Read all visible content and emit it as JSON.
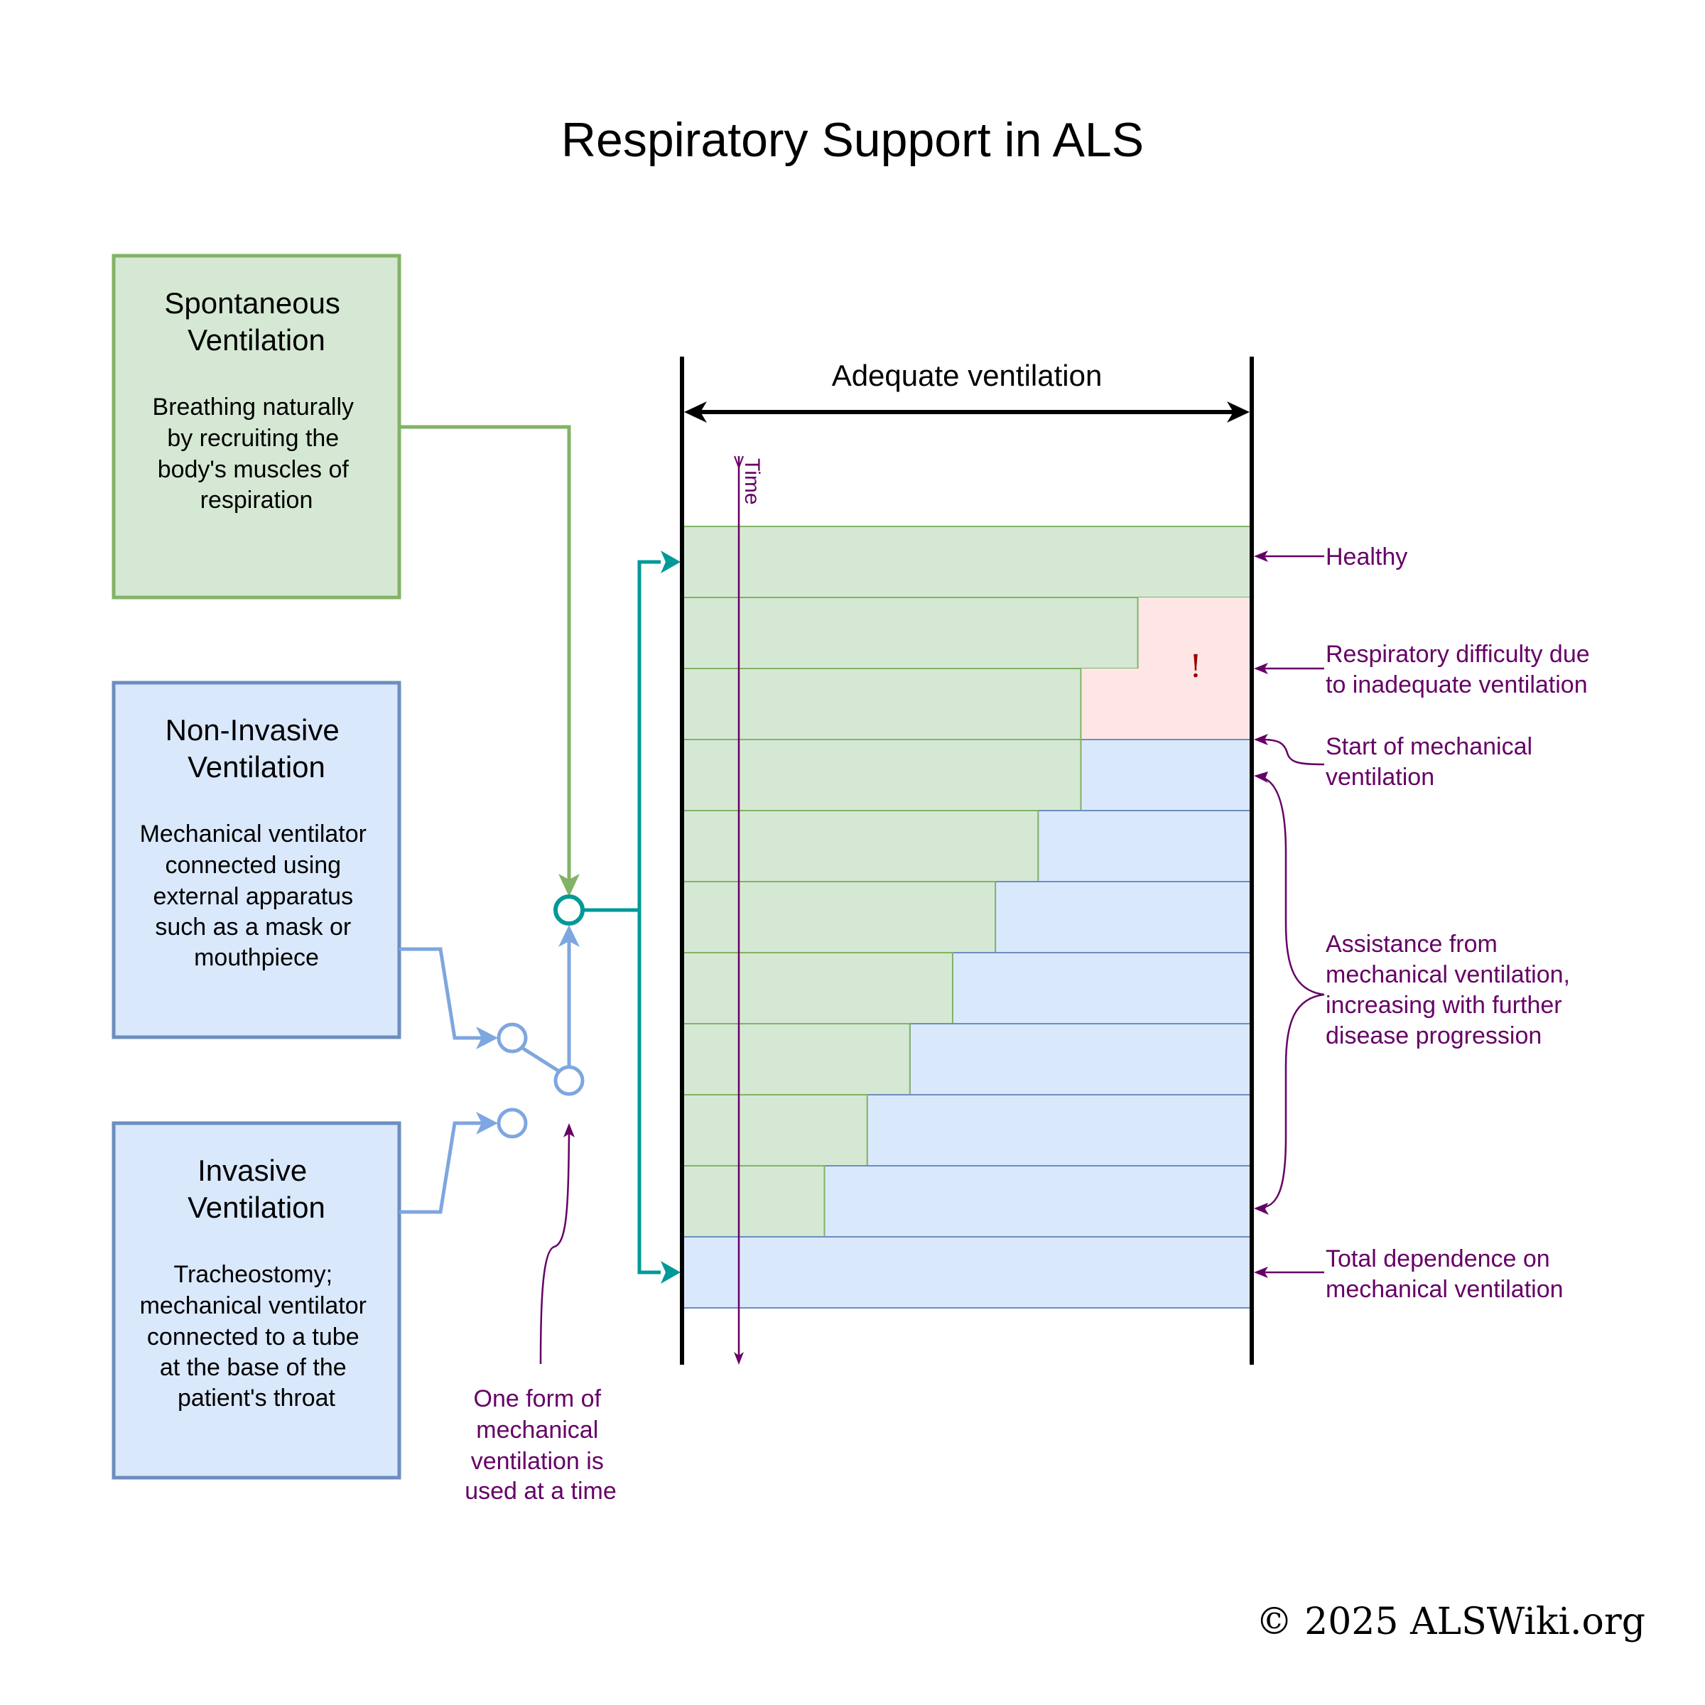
{
  "title": "Respiratory Support in ALS",
  "colors": {
    "green_fill": "#d5e8d4",
    "green_stroke": "#82b366",
    "blue_fill": "#dae8fc",
    "blue_stroke": "#6c8ebf",
    "blue_connector": "#7ea6e0",
    "red_fill": "#ffe6e6",
    "teal": "#009999",
    "annotation": "#660066",
    "alert": "#990000"
  },
  "modes": [
    {
      "id": "spontaneous",
      "title_lines": [
        "Spontaneous",
        "Ventilation"
      ],
      "desc_lines": [
        "Breathing naturally",
        "by recruiting the",
        "body's muscles of",
        "respiration"
      ]
    },
    {
      "id": "non-invasive",
      "title_lines": [
        "Non-Invasive",
        "Ventilation"
      ],
      "desc_lines": [
        "Mechanical ventilator",
        "connected using",
        "external apparatus",
        "such as a mask or",
        "mouthpiece"
      ]
    },
    {
      "id": "invasive",
      "title_lines": [
        "Invasive",
        "Ventilation"
      ],
      "desc_lines": [
        "Tracheostomy;",
        "mechanical ventilator",
        "connected to a tube",
        "at the base of the",
        "patient's throat"
      ]
    }
  ],
  "switch_note_lines": [
    "One form of",
    "mechanical",
    "ventilation is",
    "used at a time"
  ],
  "adequate_label": "Adequate ventilation",
  "time_label": "Time",
  "alert_mark": "!",
  "chart_data": {
    "type": "table",
    "description": "Stacked horizontal bands over time; each row shows share of adequate ventilation supplied by spontaneous breathing (green), unmet deficit (red) and mechanical ventilation (blue)",
    "rows": [
      {
        "spontaneous": 1.0,
        "deficit": 0.0,
        "mechanical": 0.0
      },
      {
        "spontaneous": 0.8,
        "deficit": 0.2,
        "mechanical": 0.0
      },
      {
        "spontaneous": 0.7,
        "deficit": 0.3,
        "mechanical": 0.0
      },
      {
        "spontaneous": 0.7,
        "deficit": 0.0,
        "mechanical": 0.3
      },
      {
        "spontaneous": 0.625,
        "deficit": 0.0,
        "mechanical": 0.375
      },
      {
        "spontaneous": 0.55,
        "deficit": 0.0,
        "mechanical": 0.45
      },
      {
        "spontaneous": 0.475,
        "deficit": 0.0,
        "mechanical": 0.525
      },
      {
        "spontaneous": 0.4,
        "deficit": 0.0,
        "mechanical": 0.6
      },
      {
        "spontaneous": 0.325,
        "deficit": 0.0,
        "mechanical": 0.675
      },
      {
        "spontaneous": 0.25,
        "deficit": 0.0,
        "mechanical": 0.75
      },
      {
        "spontaneous": 0.0,
        "deficit": 0.0,
        "mechanical": 1.0
      }
    ]
  },
  "annotations": {
    "healthy": [
      "Healthy"
    ],
    "difficulty": [
      "Respiratory difficulty due",
      "to inadequate ventilation"
    ],
    "start": [
      "Start of mechanical",
      "ventilation"
    ],
    "assistance": [
      "Assistance from",
      "mechanical ventilation,",
      "increasing with further",
      "disease progression"
    ],
    "total": [
      "Total dependence on",
      "mechanical ventilation"
    ]
  },
  "copyright": "© 2025 ALSWiki.org"
}
